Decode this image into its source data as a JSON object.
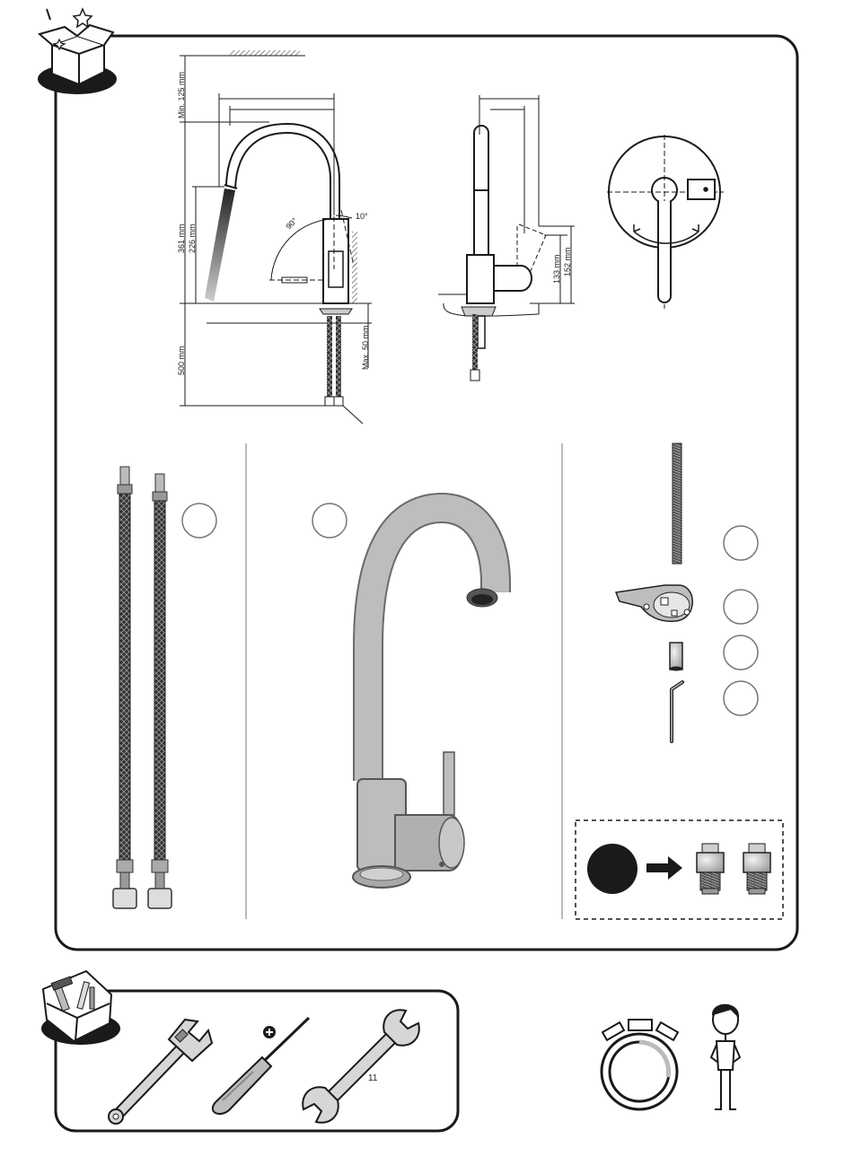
{
  "dimensions": {
    "min_clearance": "Min. 125 mm",
    "total_height": "361 mm",
    "spout_height": "226 mm",
    "hose_length": "500 mm",
    "deck_thickness": "Max. 50 mm",
    "angle_rotation": "90°",
    "angle_tilt": "10°",
    "lever_height_a": "133 mm",
    "lever_height_b": "152 mm"
  },
  "tools": {
    "wrench_size": "11"
  },
  "colors": {
    "line": "#1a1a1a",
    "faucet_gray": "#b5b5b5",
    "hose_dark": "#2a2a2a",
    "accent_red": "#c62828"
  }
}
